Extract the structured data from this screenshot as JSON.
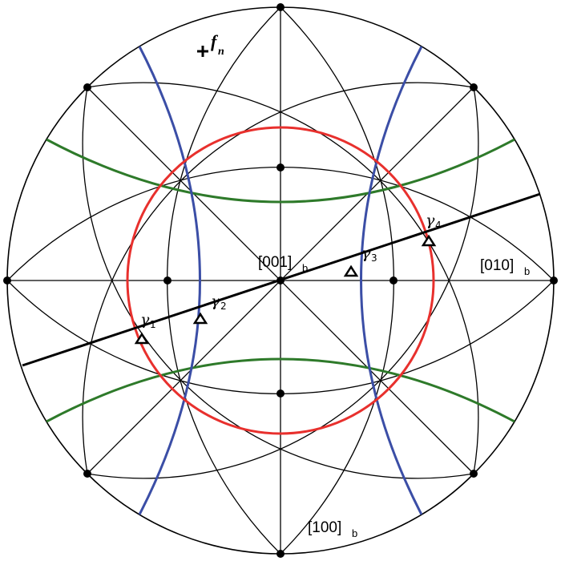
{
  "labels": {
    "pole_001": {
      "main": "[001]",
      "sub": "b"
    },
    "pole_010": {
      "main": "[010]",
      "sub": "b"
    },
    "pole_100": {
      "main": "[100]",
      "sub": "b"
    },
    "fn": {
      "main": "f",
      "sub": "n"
    }
  },
  "gammas": [
    {
      "main": "γ",
      "sub": "1"
    },
    {
      "main": "γ",
      "sub": "2"
    },
    {
      "main": "γ",
      "sub": "3"
    },
    {
      "main": "γ",
      "sub": "4"
    }
  ],
  "colors": {
    "circle": "#000000",
    "red": "#e8302d",
    "blue": "#3b4ea6",
    "green": "#2e7a2a",
    "trace": "#000000"
  }
}
